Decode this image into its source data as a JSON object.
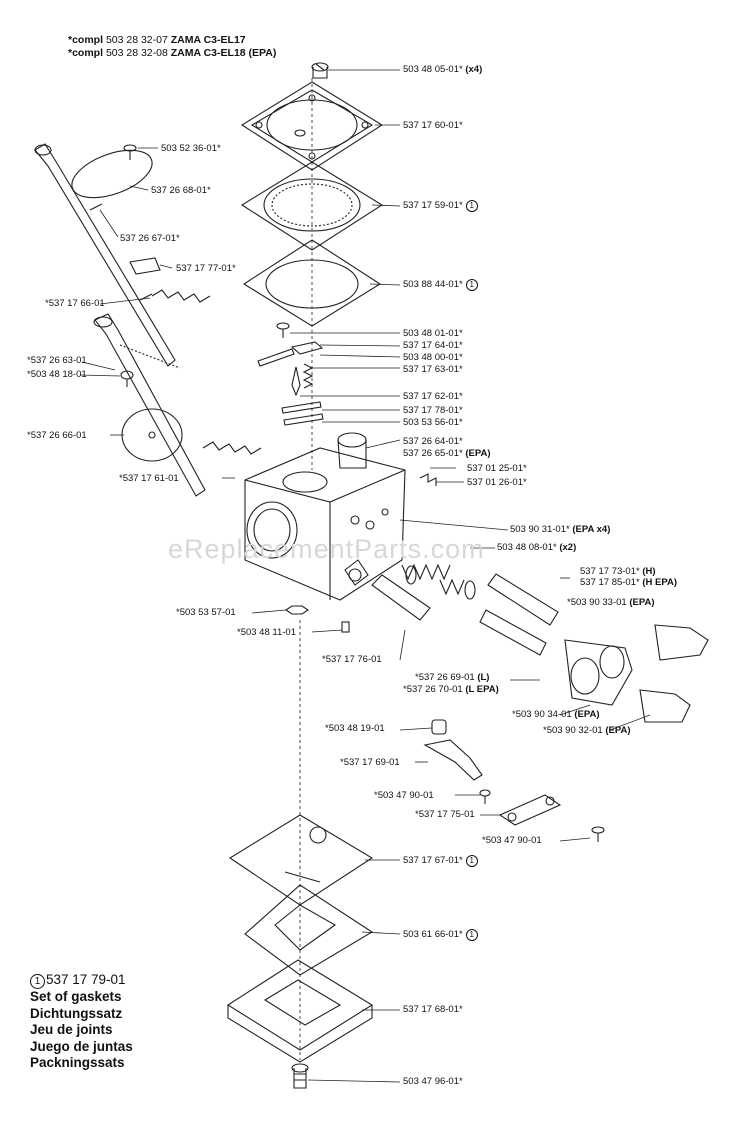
{
  "header": {
    "line1_prefix": "*compl",
    "line1_part": "503 28 32-07",
    "line1_model": "ZAMA C3-EL17",
    "line2_prefix": "*compl",
    "line2_part": "503 28 32-08",
    "line2_model": "ZAMA C3-EL18 (EPA)"
  },
  "watermark": "eReplacementParts.com",
  "callouts": [
    {
      "text": "503 48 05-01*",
      "bold": "(x4)",
      "mark": ""
    },
    {
      "text": "537 17 60-01*",
      "bold": "",
      "mark": ""
    },
    {
      "text": "503 52 36-01*",
      "bold": "",
      "mark": ""
    },
    {
      "text": "537 26 68-01*",
      "bold": "",
      "mark": ""
    },
    {
      "text": "537 17 59-01*",
      "bold": "",
      "mark": "1"
    },
    {
      "text": "537 26 67-01*",
      "bold": "",
      "mark": ""
    },
    {
      "text": "537 17 77-01*",
      "bold": "",
      "mark": ""
    },
    {
      "text": "503 88 44-01*",
      "bold": "",
      "mark": "1"
    },
    {
      "text": "*537 17 66-01",
      "bold": "",
      "mark": ""
    },
    {
      "text": "503 48 01-01*",
      "bold": "",
      "mark": ""
    },
    {
      "text": "537 17 64-01*",
      "bold": "",
      "mark": ""
    },
    {
      "text": "503 48 00-01*",
      "bold": "",
      "mark": ""
    },
    {
      "text": "*537 26 63-01",
      "bold": "",
      "mark": ""
    },
    {
      "text": "*503 48 18-01",
      "bold": "",
      "mark": ""
    },
    {
      "text": "537 17 63-01*",
      "bold": "",
      "mark": ""
    },
    {
      "text": "537 17 62-01*",
      "bold": "",
      "mark": ""
    },
    {
      "text": "537 17 78-01*",
      "bold": "",
      "mark": ""
    },
    {
      "text": "503 53 56-01*",
      "bold": "",
      "mark": ""
    },
    {
      "text": "*537 26 66-01",
      "bold": "",
      "mark": ""
    },
    {
      "text": "537 26 64-01*",
      "bold": "",
      "mark": ""
    },
    {
      "text": "537 26 65-01*",
      "bold": "(EPA)",
      "mark": ""
    },
    {
      "text": "537 01 25-01*",
      "bold": "",
      "mark": ""
    },
    {
      "text": "*537 17 61-01",
      "bold": "",
      "mark": ""
    },
    {
      "text": "537 01 26-01*",
      "bold": "",
      "mark": ""
    },
    {
      "text": "503 90 31-01*",
      "bold": "(EPA x4)",
      "mark": ""
    },
    {
      "text": "503 48 08-01*",
      "bold": "(x2)",
      "mark": ""
    },
    {
      "text": "537 17 73-01*",
      "bold": "(H)",
      "mark": ""
    },
    {
      "text": "537 17 85-01*",
      "bold": "(H EPA)",
      "mark": ""
    },
    {
      "text": "*503 90 33-01",
      "bold": "(EPA)",
      "mark": ""
    },
    {
      "text": "*503 53 57-01",
      "bold": "",
      "mark": ""
    },
    {
      "text": "*503 48 11-01",
      "bold": "",
      "mark": ""
    },
    {
      "text": "*537 17 76-01",
      "bold": "",
      "mark": ""
    },
    {
      "text": "*537 26 69-01",
      "bold": "(L)",
      "mark": ""
    },
    {
      "text": "*537 26 70-01",
      "bold": "(L EPA)",
      "mark": ""
    },
    {
      "text": "*503 90 34-01",
      "bold": "(EPA)",
      "mark": ""
    },
    {
      "text": "*503 90 32-01",
      "bold": "(EPA)",
      "mark": ""
    },
    {
      "text": "*503 48 19-01",
      "bold": "",
      "mark": ""
    },
    {
      "text": "*537 17 69-01",
      "bold": "",
      "mark": ""
    },
    {
      "text": "*503 47 90-01",
      "bold": "",
      "mark": ""
    },
    {
      "text": "*537 17 75-01",
      "bold": "",
      "mark": ""
    },
    {
      "text": "*503 47 90-01",
      "bold": "",
      "mark": ""
    },
    {
      "text": "537 17 67-01*",
      "bold": "",
      "mark": "1"
    },
    {
      "text": "503 61 66-01*",
      "bold": "",
      "mark": "1"
    },
    {
      "text": "537 17 68-01*",
      "bold": "",
      "mark": ""
    },
    {
      "text": "503 47 96-01*",
      "bold": "",
      "mark": ""
    }
  ],
  "legend": {
    "mark": "1",
    "part_number": "537 17 79-01",
    "lines": [
      "Set of gaskets",
      "Dichtungssatz",
      "Jeu de joints",
      "Juego de juntas",
      "Packningssats"
    ]
  }
}
